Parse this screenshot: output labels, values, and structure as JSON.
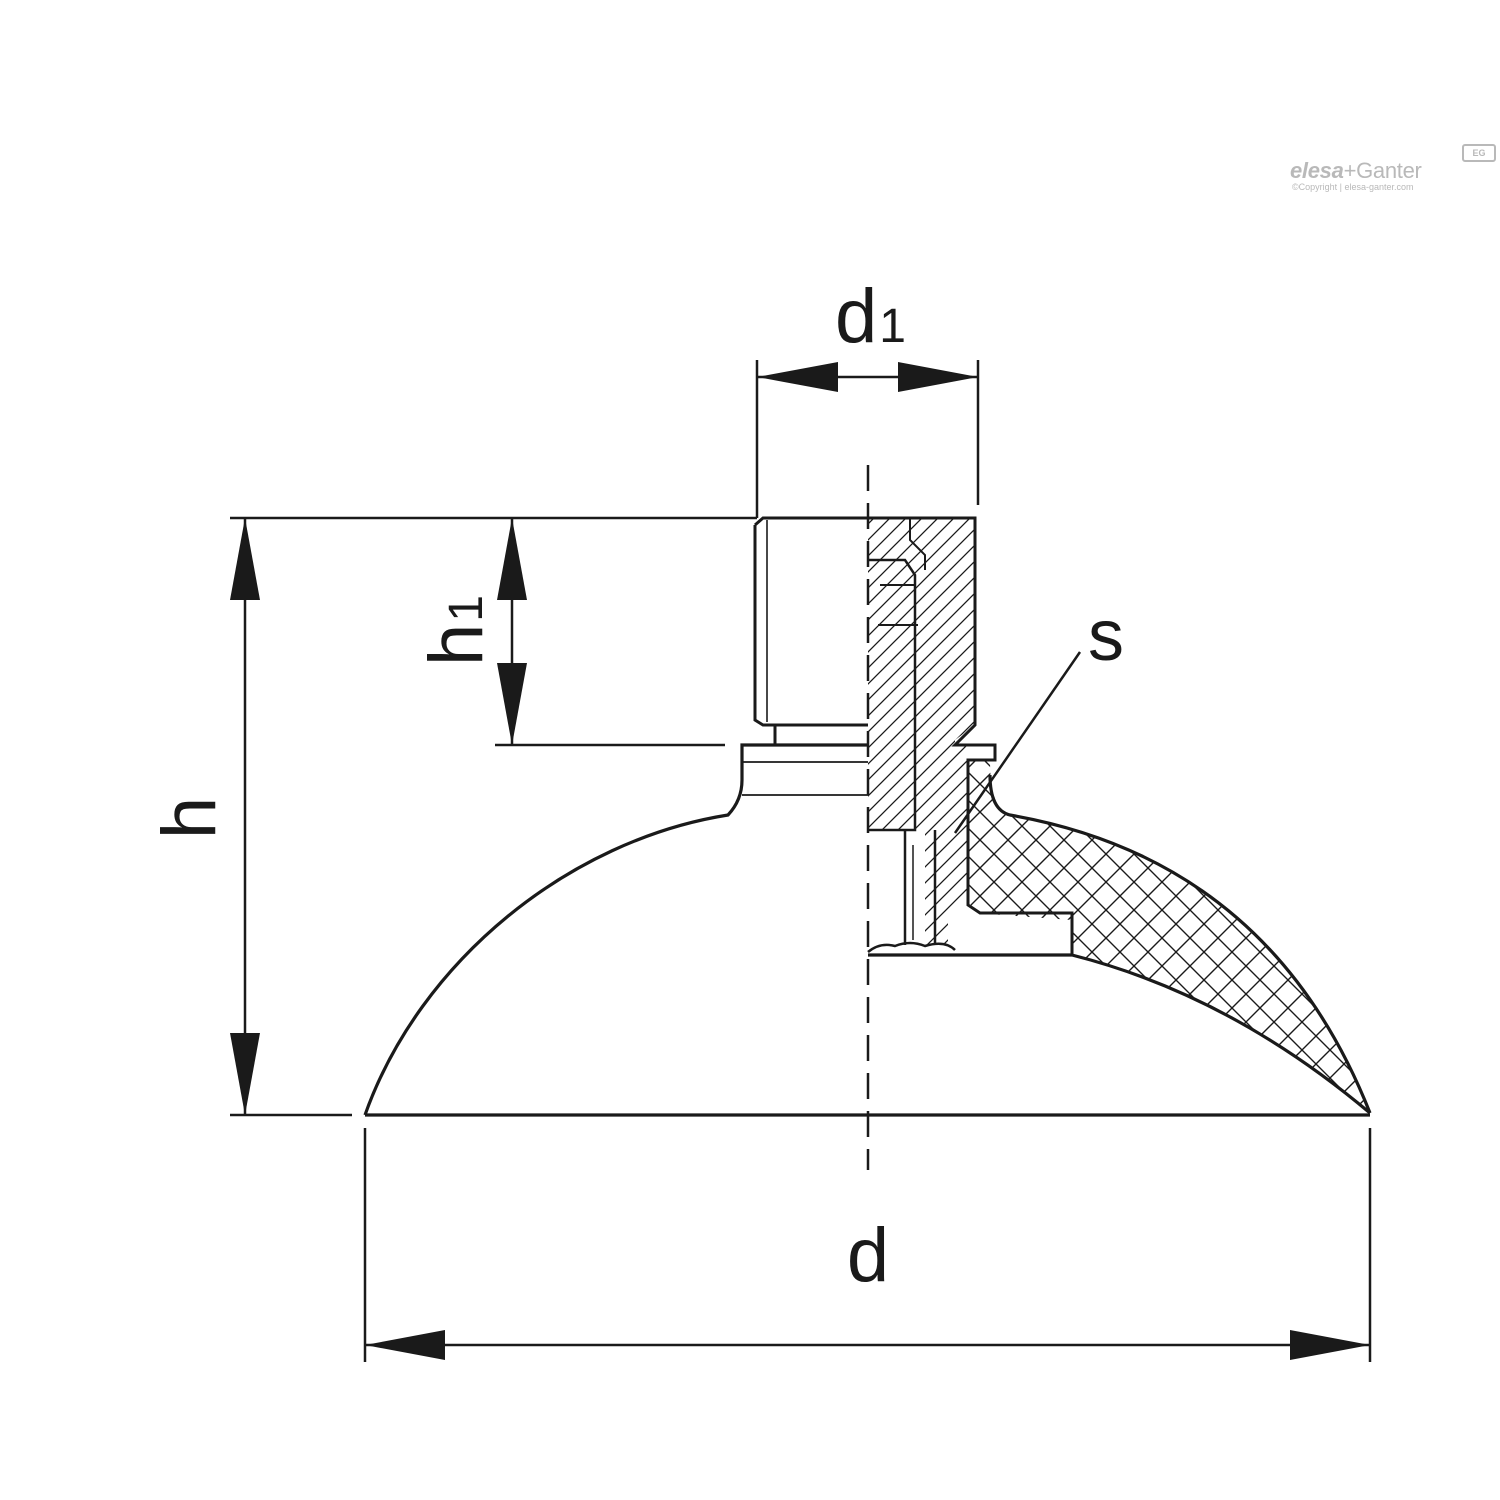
{
  "labels": {
    "d": "d",
    "d1_main": "d",
    "d1_sub": "1",
    "h": "h",
    "h1_main": "h",
    "h1_sub": "1",
    "s": "s"
  },
  "brand": {
    "part1": "elesa",
    "part2": "+Ganter",
    "mark": "EG",
    "copyright": "©Copyright | elesa-ganter.com"
  },
  "colors": {
    "line": "#1a1a1a",
    "watermark": "#b9b9b9"
  }
}
